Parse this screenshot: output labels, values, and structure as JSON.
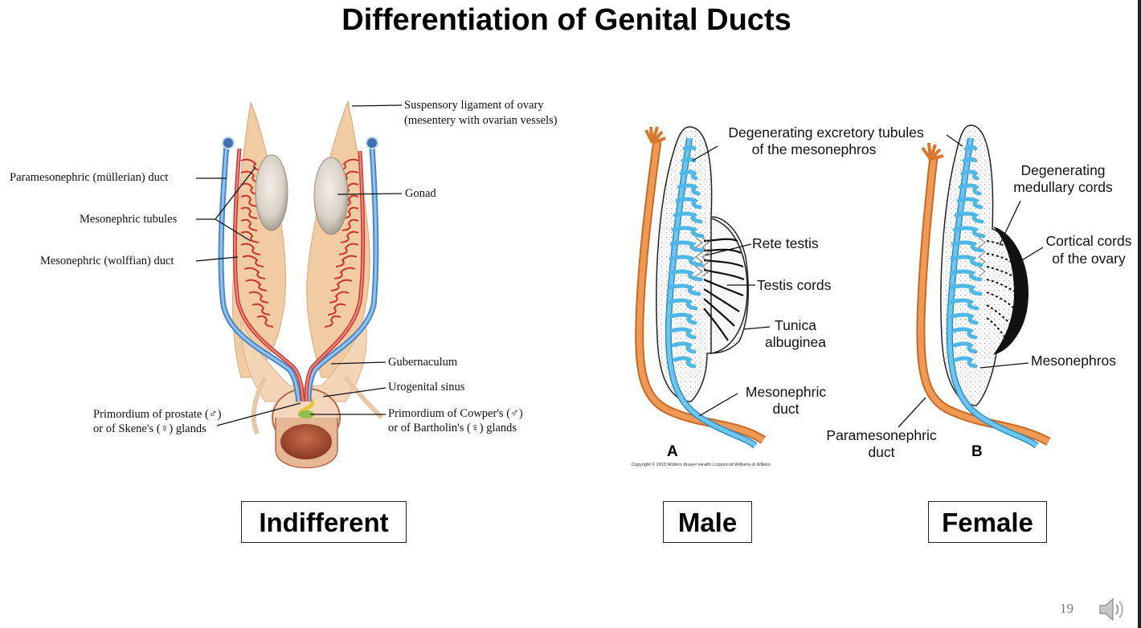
{
  "slide": {
    "title": "Differentiation of Genital Ducts",
    "page_number": "19",
    "icons": [
      "speaker-icon"
    ]
  },
  "indifferent": {
    "caption": "Indifferent",
    "labels": {
      "suspensory_1": "Suspensory ligament of ovary",
      "suspensory_2": "(mesentery with ovarian vessels)",
      "paramesonephric": "Paramesonephric (müllerian) duct",
      "mesonephric_tubules": "Mesonephric tubules",
      "mesonephric_duct": "Mesonephric (wolffian) duct",
      "gonad": "Gonad",
      "gubernaculum": "Gubernaculum",
      "urogenital_sinus": "Urogenital sinus",
      "prostate_1": "Primordium of prostate (♂)",
      "prostate_2": "or of Skene's (♀) glands",
      "cowper_1": "Primordium of Cowper's (♂)",
      "cowper_2": "or of Bartholin's (♀) glands"
    }
  },
  "male": {
    "caption": "Male",
    "panel_letter": "A",
    "copyright": "Copyright © 2013 Wolters Kluwer Health | Lippincott Williams & Wilkins",
    "labels": {
      "excretory_1": "Degenerating excretory tubules",
      "excretory_2": "of the mesonephros",
      "rete_testis": "Rete testis",
      "testis_cords": "Testis cords",
      "tunica_1": "Tunica",
      "tunica_2": "albuginea",
      "mesonephric_duct_1": "Mesonephric",
      "mesonephric_duct_2": "duct"
    }
  },
  "female": {
    "caption": "Female",
    "panel_letter": "B",
    "labels": {
      "medullary_1": "Degenerating",
      "medullary_2": "medullary cords",
      "cortical_1": "Cortical cords",
      "cortical_2": "of the ovary",
      "mesonephros": "Mesonephros",
      "paramesonephric_1": "Paramesonephric",
      "paramesonephric_2": "duct"
    }
  },
  "colors": {
    "paramesonephric_duct": "#5fb9e6",
    "mesonephric_duct_indifferent": "#d94c4c",
    "tubules_indifferent": "#c8352f",
    "gonad": "#dcd6cc",
    "mesentery": "#f1cba2",
    "orange_duct": "#ea8a3c",
    "blue_tubules": "#4fb6e8"
  }
}
